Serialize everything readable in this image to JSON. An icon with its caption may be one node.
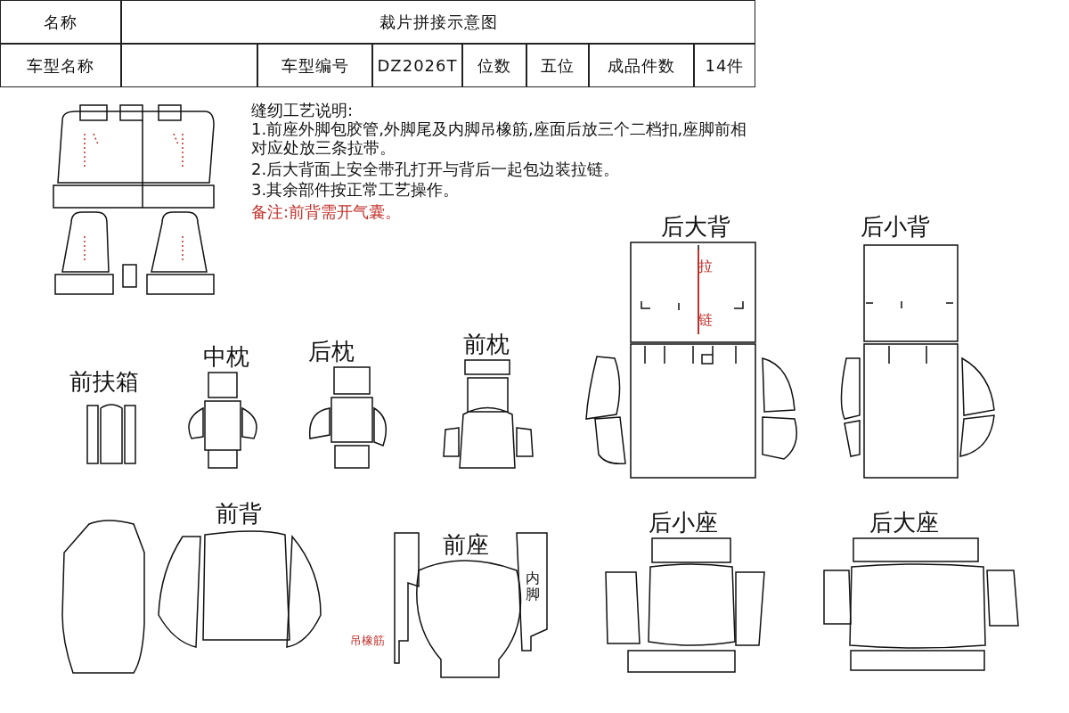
{
  "diagram": {
    "labels": [
      "名称",
      "裁片拼接示意图",
      "车型名称",
      "车型编号",
      "DZ2026T",
      "位数",
      "五位",
      "成品件数",
      "14件",
      "缝纫工艺说明:",
      "1.前座外脚包胶管,外脚尾及内脚吊橡筋,座面后放三个二档扣,座脚前相对应处放三条拉带。",
      "2.后大背面上安全带孔打开与背后一起包边装拉链。",
      "3.其余部件按正常工艺操作。",
      "备注:前背需开气囊。",
      "后大背",
      "后小背",
      "中枕",
      "后枕",
      "前枕",
      "前扶箱",
      "拉",
      "链",
      "前背",
      "前座",
      "内脚",
      "吊橡筋",
      "后小座",
      "后大座"
    ]
  }
}
